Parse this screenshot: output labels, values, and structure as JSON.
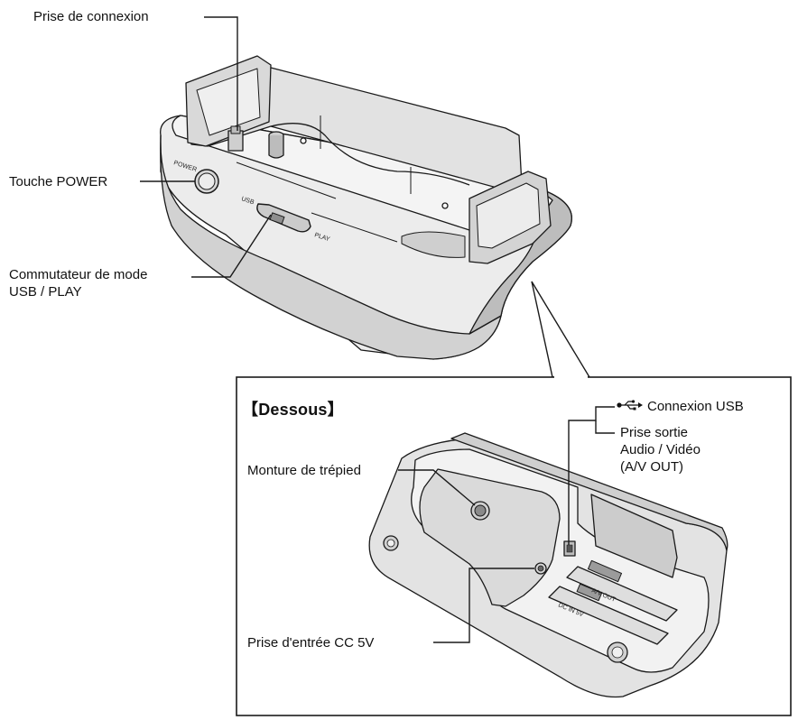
{
  "labels": {
    "connection_socket": "Prise de connexion",
    "power_button": "Touche POWER",
    "mode_switch_line1": "Commutateur de mode",
    "mode_switch_line2": "USB / PLAY",
    "underside_title": "【Dessous】",
    "usb_connection": "Connexion USB",
    "av_out_line1": "Prise sortie",
    "av_out_line2": "Audio / Vidéo",
    "av_out_line3": "(A/V OUT)",
    "tripod_mount": "Monture de trépied",
    "dc_input": "Prise d'entrée CC 5V"
  },
  "device_markings": {
    "power": "POWER",
    "usb": "USB",
    "play": "PLAY",
    "av_out": "A/V OUT",
    "dc_in": "DC IN 5V"
  },
  "icons": {
    "usb_symbol": "usb-icon"
  },
  "colors": {
    "device_fill": "#ececec",
    "device_shade": "#c9c9c9",
    "device_dark": "#9c9c9c",
    "outline": "#1a1a1a"
  }
}
